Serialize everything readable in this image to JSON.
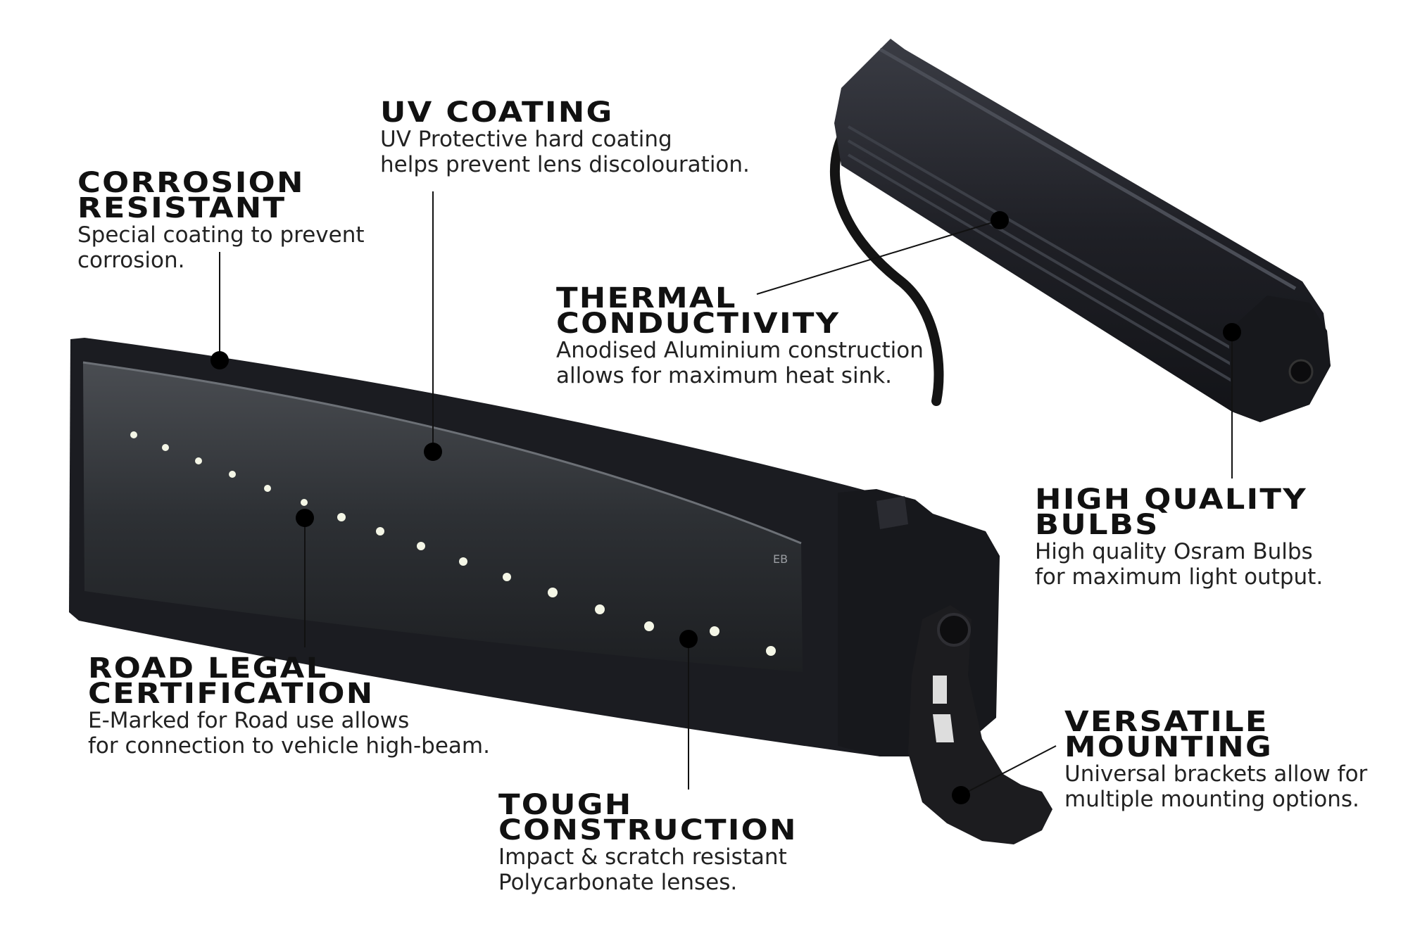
{
  "colors": {
    "housing": "#1c1d22",
    "lens": "#2f3236",
    "led": "#f4f6e6",
    "leader": "#111111",
    "text": "#111111"
  },
  "callouts": {
    "uv": {
      "title": [
        "UV COATING"
      ],
      "desc": [
        "UV Protective hard coating",
        "helps prevent lens discolouration."
      ]
    },
    "corrosion": {
      "title": [
        "CORROSION",
        "RESISTANT"
      ],
      "desc": [
        "Special coating to prevent",
        "corrosion."
      ]
    },
    "thermal": {
      "title": [
        "THERMAL",
        "CONDUCTIVITY"
      ],
      "desc": [
        "Anodised Aluminium construction",
        "allows for maximum heat sink."
      ]
    },
    "bulbs": {
      "title": [
        "HIGH QUALITY",
        "BULBS"
      ],
      "desc": [
        "High quality Osram Bulbs",
        "for maximum light output."
      ]
    },
    "road": {
      "title": [
        "ROAD LEGAL",
        "CERTIFICATION"
      ],
      "desc": [
        "E-Marked for Road use allows",
        "for connection to vehicle high-beam."
      ]
    },
    "mounting": {
      "title": [
        "VERSATILE",
        "MOUNTING"
      ],
      "desc": [
        "Universal brackets allow for",
        "multiple mounting options."
      ]
    },
    "tough": {
      "title": [
        "TOUGH",
        "CONSTRUCTION"
      ],
      "desc": [
        "Impact & scratch resistant",
        "Polycarbonate lenses."
      ]
    }
  },
  "lens_marking": "EB"
}
